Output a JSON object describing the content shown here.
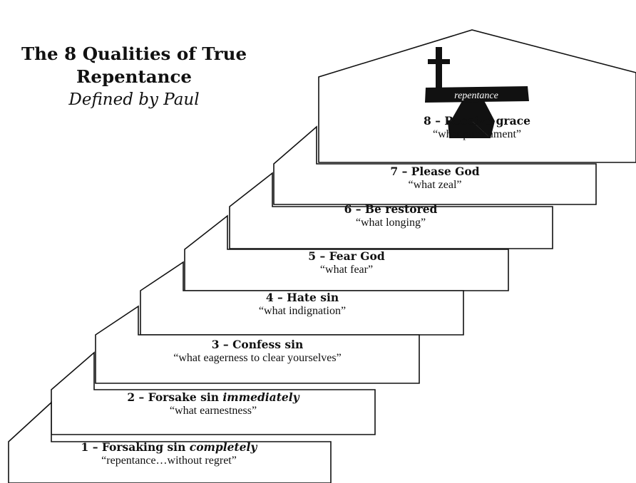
{
  "title": {
    "line1": "The 8 Qualities of True",
    "line2": "Repentance",
    "subtitle": "Defined by Paul"
  },
  "steps": [
    {
      "number": "1",
      "title": "Forsaking sin",
      "emphasis": "completely",
      "quote": "“repentance…without regret”"
    },
    {
      "number": "2",
      "title": "Forsake sin",
      "emphasis": "immediately",
      "quote": "“what earnestness”"
    },
    {
      "number": "3",
      "title": "Confess sin",
      "emphasis": "",
      "quote": "“what eagerness to clear yourselves”"
    },
    {
      "number": "4",
      "title": "Hate sin",
      "emphasis": "",
      "quote": "“what indignation”"
    },
    {
      "number": "5",
      "title": "Fear God",
      "emphasis": "",
      "quote": "“what fear”"
    },
    {
      "number": "6",
      "title": "Be restored",
      "emphasis": "",
      "quote": "“what longing”"
    },
    {
      "number": "7",
      "title": "Please God",
      "emphasis": "",
      "quote": "“what zeal”"
    },
    {
      "number": "8",
      "title": "Receive grace",
      "emphasis": "",
      "quote": "“what punishment”"
    }
  ],
  "cross_sign": {
    "icon": "cross-repentance-icon",
    "text": "repentance"
  },
  "colors": {
    "ink": "#111111",
    "background": "#ffffff"
  }
}
